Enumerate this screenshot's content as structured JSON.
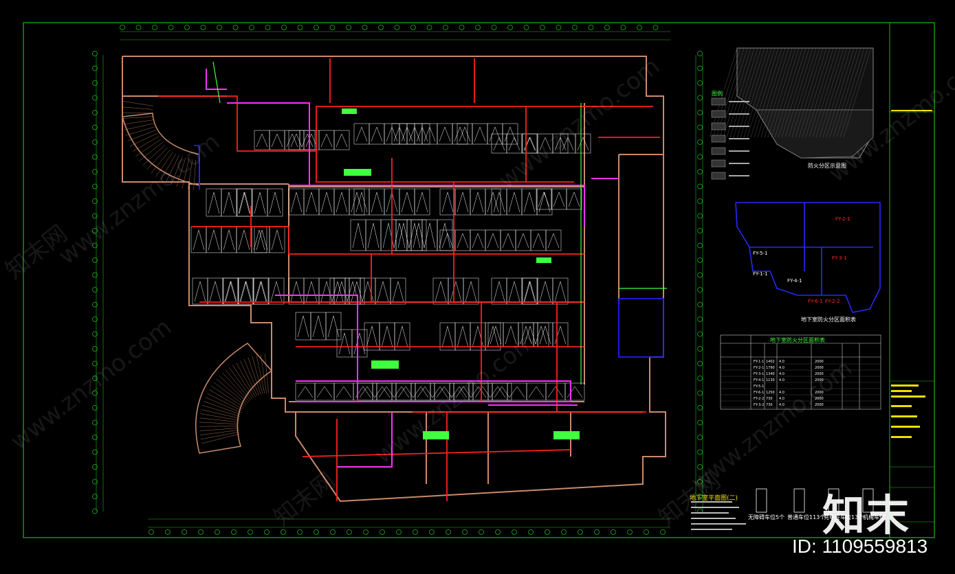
{
  "drawing": {
    "plan_title": "地下室平面图(二)",
    "table_caption": "地下室防火分区面积表",
    "key_plan_title": "防火分区示意图",
    "legend_title": "图例",
    "legend_items": [
      "",
      "",
      "",
      "",
      "",
      ""
    ],
    "bottom_notes": [
      "无障碍车位5个",
      "普通车位113个",
      "充电桩车位13个",
      "机械车位"
    ],
    "zones": [
      "FY-1-1",
      "FY-2-1",
      "FY-3-1",
      "FY-4-1",
      "FY-5-1",
      "FY-6-1",
      "FY-2-2"
    ],
    "table_rows": [
      [
        "FY-1-1",
        "1402",
        "4.0",
        "2000"
      ],
      [
        "FY-2-1",
        "1790",
        "4.0",
        "2000"
      ],
      [
        "FY-3-1",
        "1340",
        "4.0",
        "2000"
      ],
      [
        "FY-4-1",
        "1130",
        "4.0",
        "2000"
      ],
      [
        "FY-5-1",
        "",
        "",
        ""
      ],
      [
        "FY-6-1",
        "1250",
        "4.0",
        "2000"
      ],
      [
        "FY-2-2",
        "730",
        "4.0",
        "2000"
      ],
      [
        "FY-3-2",
        "730",
        "4.0",
        "2000"
      ]
    ]
  },
  "watermark": {
    "text": "www.znzmo.com",
    "site": "知末网"
  },
  "brand": {
    "logo": "知末",
    "id_label": "ID: 1109559813"
  },
  "colors": {
    "background": "#000000",
    "frame": "#1fb51f",
    "wall": "#c98b6b",
    "pipe_red": "#ff2020",
    "pipe_magenta": "#ff30ff",
    "accent_green": "#40ff40",
    "zone_blue": "#2020ff"
  }
}
